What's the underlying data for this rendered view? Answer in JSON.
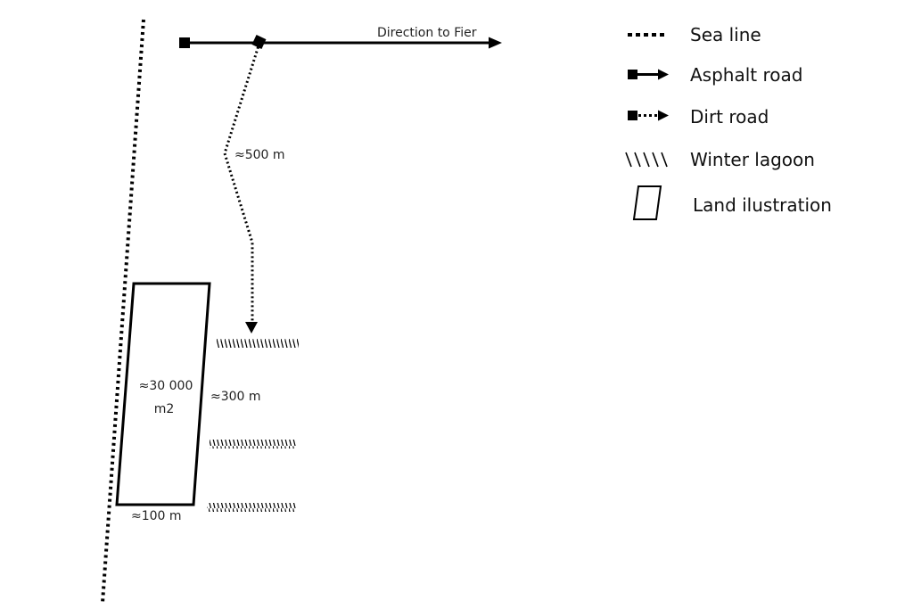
{
  "map": {
    "road_label": "Direction to Fier",
    "distance_label": "≈500 m",
    "area_label_line1": "≈30 000",
    "area_label_line2": "m2",
    "width_label": "≈100 m",
    "length_label": "≈300 m"
  },
  "legend": {
    "sea_line": "Sea line",
    "asphalt_road": "Asphalt road",
    "dirt_road": "Dirt road",
    "winter_lagoon": "Winter lagoon",
    "land_illustration": "Land ilustration"
  },
  "colors": {
    "line": "#000000",
    "text": "#222222",
    "background": "#ffffff"
  }
}
